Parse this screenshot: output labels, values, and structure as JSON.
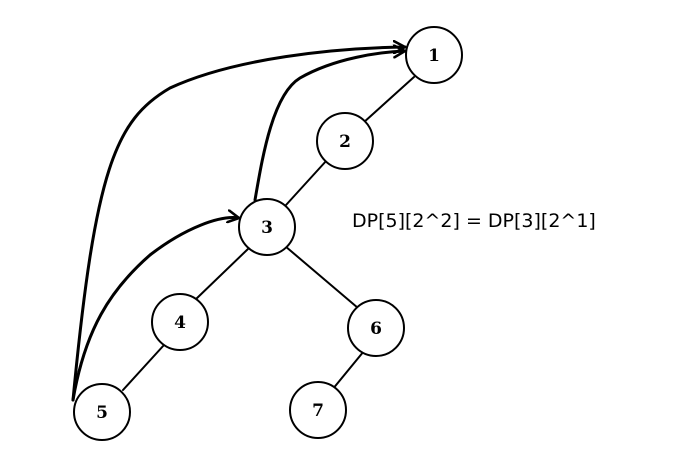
{
  "tree": {
    "nodes": [
      {
        "id": "1",
        "label": "1"
      },
      {
        "id": "2",
        "label": "2"
      },
      {
        "id": "3",
        "label": "3"
      },
      {
        "id": "4",
        "label": "4"
      },
      {
        "id": "5",
        "label": "5"
      },
      {
        "id": "6",
        "label": "6"
      },
      {
        "id": "7",
        "label": "7"
      }
    ],
    "edges": [
      {
        "from": "1",
        "to": "2"
      },
      {
        "from": "2",
        "to": "3"
      },
      {
        "from": "3",
        "to": "4"
      },
      {
        "from": "4",
        "to": "5"
      },
      {
        "from": "3",
        "to": "6"
      },
      {
        "from": "6",
        "to": "7"
      }
    ],
    "jumps": [
      {
        "from": "5",
        "to": "1"
      },
      {
        "from": "5",
        "to": "3"
      },
      {
        "from": "3",
        "to": "1"
      }
    ]
  },
  "formula": "DP[5][2^2] = DP[3][2^1]"
}
